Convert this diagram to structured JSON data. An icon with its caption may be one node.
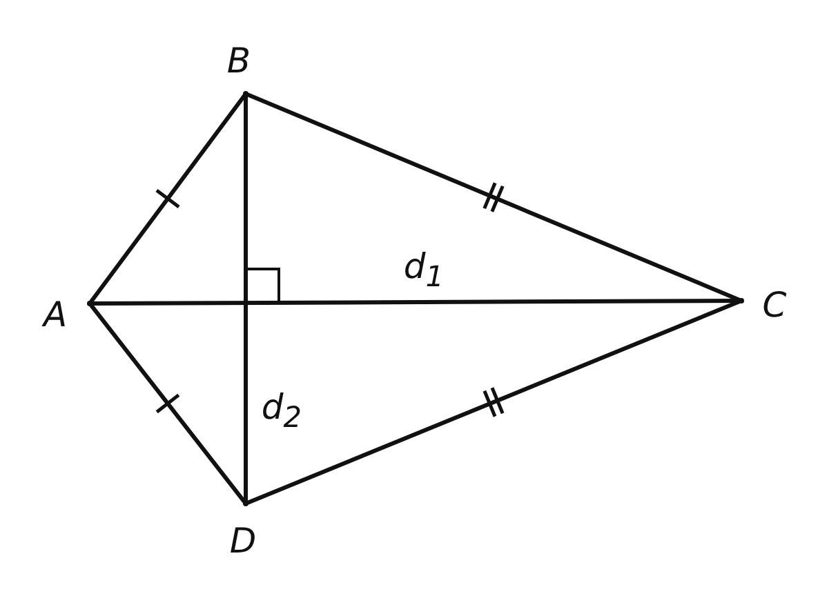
{
  "diagram": {
    "nodes": [
      {
        "text": [],
        "shape": "point",
        "beside": [
          "A"
        ]
      },
      {
        "text": [],
        "shape": "point",
        "beside": [
          "B"
        ]
      },
      {
        "text": [],
        "shape": "point",
        "beside": [
          "C"
        ]
      },
      {
        "text": [],
        "shape": "point",
        "beside": [
          "D"
        ]
      }
    ],
    "edges": [
      {
        "from": 0,
        "to": 1,
        "arrow": "none"
      },
      {
        "from": 1,
        "to": 2,
        "arrow": "none"
      },
      {
        "from": 2,
        "to": 3,
        "arrow": "none"
      },
      {
        "from": 3,
        "to": 0,
        "arrow": "none"
      },
      {
        "from": 0,
        "to": 2,
        "arrow": "none"
      },
      {
        "from": 1,
        "to": 3,
        "arrow": "none"
      }
    ],
    "labels": [
      "d$_{1}$",
      "d$_{2}$"
    ]
  }
}
